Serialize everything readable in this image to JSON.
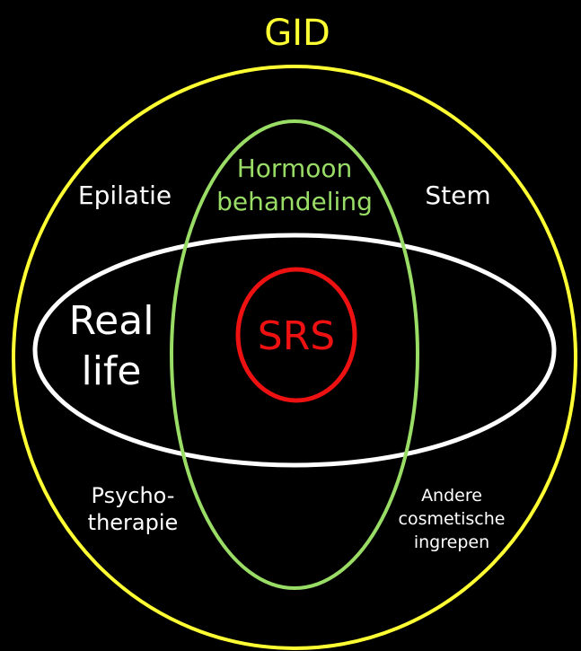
{
  "title": "GID",
  "regions": {
    "gid": {
      "label": "GID",
      "color": "#ffff33"
    },
    "hormoon": {
      "line1": "Hormoon",
      "line2": "behandeling",
      "color": "#99dd66"
    },
    "real_life": {
      "line1": "Real",
      "line2": "life",
      "color": "#ffffff"
    },
    "srs": {
      "label": "SRS",
      "color": "#ee1111"
    }
  },
  "outer_labels": {
    "epilatie": "Epilatie",
    "stem": "Stem",
    "psycho": {
      "line1": "Psycho-",
      "line2": "therapie"
    },
    "andere": {
      "line1": "Andere",
      "line2": "cosmetische",
      "line3": "ingrepen"
    }
  },
  "colors": {
    "background": "#000000",
    "text": "#ffffff"
  }
}
